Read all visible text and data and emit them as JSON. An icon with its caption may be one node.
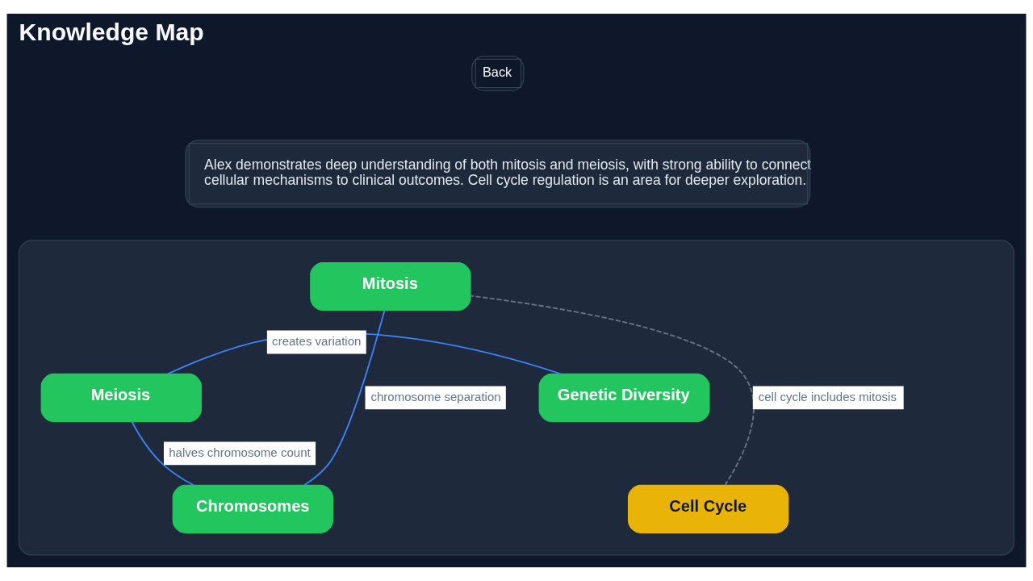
{
  "diagram": {
    "title": "Knowledge Map",
    "nodes": [
      {
        "text": [],
        "shape": "box"
      },
      {
        "text": [
          "Mitosis"
        ],
        "in": 0
      },
      {
        "text": [
          "Genetic Diversity"
        ],
        "in": 0
      },
      {
        "text": [
          "Meiosis"
        ],
        "in": 0
      },
      {
        "text": [
          "Chromosomes"
        ],
        "in": 0
      },
      {
        "text": [
          "Cell Cycle"
        ],
        "in": 0
      }
    ],
    "edges": [
      {
        "from": 3,
        "to": 2,
        "arrow": "none",
        "label": "creates variation"
      },
      {
        "from": 1,
        "to": 4,
        "arrow": "none",
        "label": "chromosome separation"
      },
      {
        "from": 5,
        "to": 1,
        "arrow": "none",
        "label": "cell cycle includes mitosis",
        "style": "dashed",
        "color": "#64748b"
      },
      {
        "from": 3,
        "to": 4,
        "arrow": "none",
        "label": "halves chromosome count"
      }
    ],
    "labels": [
      "Back",
      "Alex demonstrates deep understanding of both mitosis and meiosis, with strong ability to connect cellular mechanisms to clinical outcomes. Cell cycle regulation is an area for deeper exploration."
    ]
  }
}
